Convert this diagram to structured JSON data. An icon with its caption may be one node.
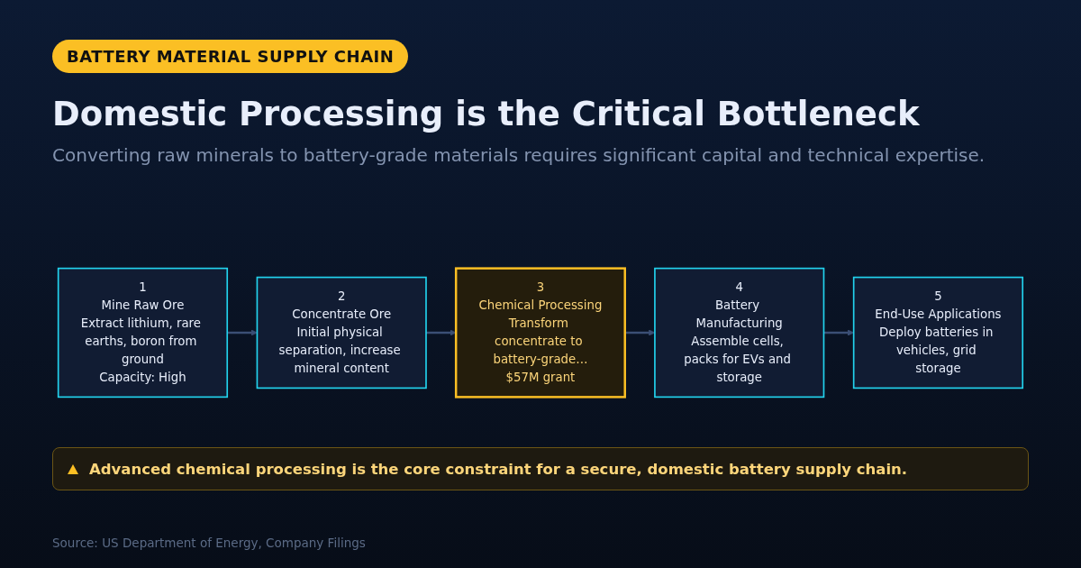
{
  "diagram": {
    "title": "Domestic Processing is the Critical Bottleneck",
    "caption": "Converting raw minerals to battery-grade materials requires significant capital and technical expertise.",
    "nodes": [
      {
        "text": [
          "1",
          "Mine Raw Ore",
          "Extract lithium, rare earths, boron from ground",
          "Capacity: High"
        ]
      },
      {
        "text": [
          "2",
          "Concentrate Ore",
          "Initial physical separation, increase mineral content"
        ]
      },
      {
        "text": [
          "3",
          "Chemical Processing",
          "Transform concentrate to battery-grade…",
          "$57M grant"
        ]
      },
      {
        "text": [
          "4",
          "Battery Manufacturing",
          "Assemble cells, packs for EVs and storage"
        ]
      },
      {
        "text": [
          "5",
          "End-Use Applications",
          "Deploy batteries in vehicles, grid storage"
        ]
      }
    ],
    "edges": [
      {
        "from": 0,
        "to": 1,
        "arrow": "to"
      },
      {
        "from": 1,
        "to": 2,
        "arrow": "to"
      },
      {
        "from": 2,
        "to": 3,
        "arrow": "to"
      },
      {
        "from": 3,
        "to": 4,
        "arrow": "to"
      }
    ],
    "labels": [
      "BATTERY MATERIAL SUPPLY CHAIN",
      "Advanced chemical processing is the core constraint for a secure, domestic battery supply chain.",
      "Source: US Department of Energy, Company Filings"
    ]
  }
}
